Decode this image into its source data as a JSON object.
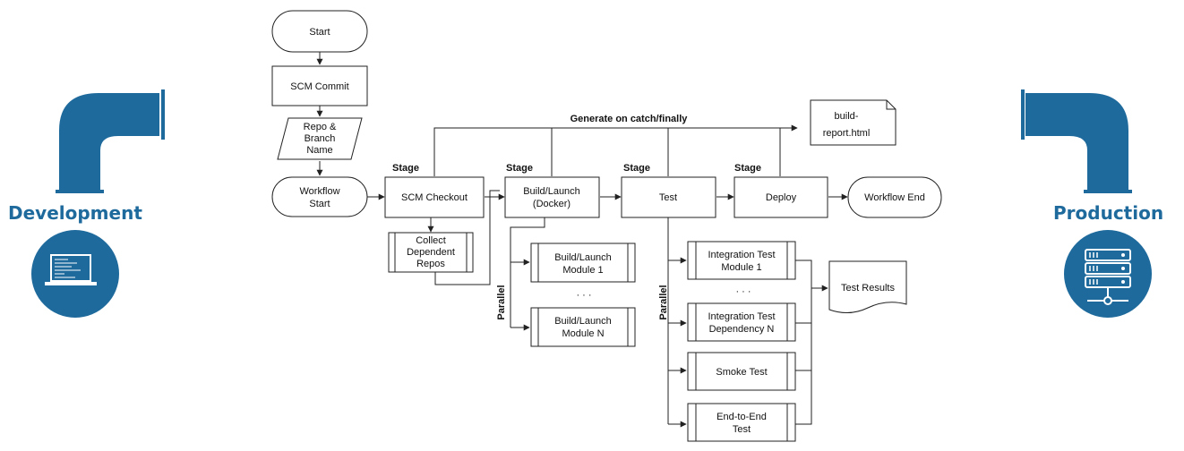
{
  "left_panel": {
    "label": "Development",
    "icon": "laptop-icon"
  },
  "right_panel": {
    "label": "Production",
    "icon": "server-icon"
  },
  "colors": {
    "accent": "#1e6a9c",
    "pipe": "#1e6a9c"
  },
  "flow": {
    "start": "Start",
    "scm_commit": "SCM Commit",
    "repo_branch": [
      "Repo &",
      "Branch",
      "Name"
    ],
    "workflow_start": [
      "Workflow",
      "Start"
    ],
    "scm_checkout": "SCM Checkout",
    "collect_repos": [
      "Collect",
      "Dependent",
      "Repos"
    ],
    "build_launch": [
      "Build/Launch",
      "(Docker)"
    ],
    "build_module_1": [
      "Build/Launch",
      "Module 1"
    ],
    "build_module_n": [
      "Build/Launch",
      "Module N"
    ],
    "test": "Test",
    "deploy": "Deploy",
    "workflow_end": "Workflow End",
    "build_report": [
      "build-",
      "report.html"
    ],
    "generate_label": "Generate on catch/finally",
    "stage_label": "Stage",
    "parallel_label": "Parallel",
    "ellipsis": "· · ·",
    "integration_module_1": [
      "Integration Test",
      "Module 1"
    ],
    "integration_dependency_n": [
      "Integration Test",
      "Dependency N"
    ],
    "smoke_test": "Smoke Test",
    "e2e_test": [
      "End-to-End",
      "Test"
    ],
    "test_results": "Test Results"
  }
}
